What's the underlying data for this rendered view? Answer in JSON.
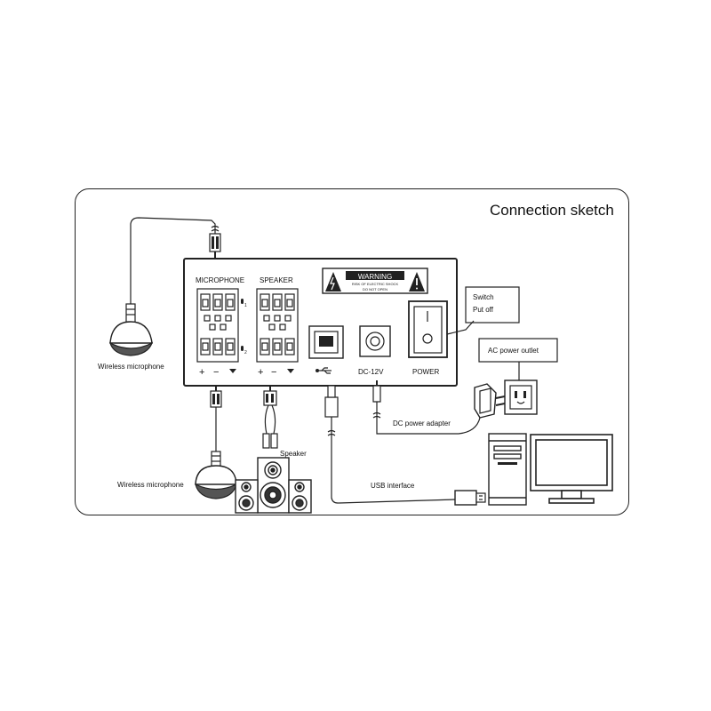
{
  "diagram": {
    "title": "Connection sketch",
    "panel": {
      "microphone_label": "MICROPHONE",
      "speaker_label": "SPEAKER",
      "mic_channel_1": "1",
      "mic_channel_2": "2",
      "polarity_plus": "+",
      "polarity_minus": "−",
      "warning_title": "WARNING",
      "warning_line_1": "RISK OF ELECTRIC SHOCK",
      "warning_line_2": "DO NOT OPEN",
      "usb_symbol": "⭠",
      "dc_label": "DC-12V",
      "power_label": "POWER"
    },
    "callouts": {
      "switch": "Switch",
      "put_off": "Put off",
      "ac_outlet": "AC power outlet",
      "dc_adapter": "DC power adapter",
      "usb_interface": "USB interface",
      "speaker": "Speaker",
      "wireless_mic_top": "Wireless microphone",
      "wireless_mic_bottom": "Wireless microphone"
    },
    "colors": {
      "line": "#222222",
      "fill": "#ffffff",
      "dark": "#333333"
    }
  }
}
